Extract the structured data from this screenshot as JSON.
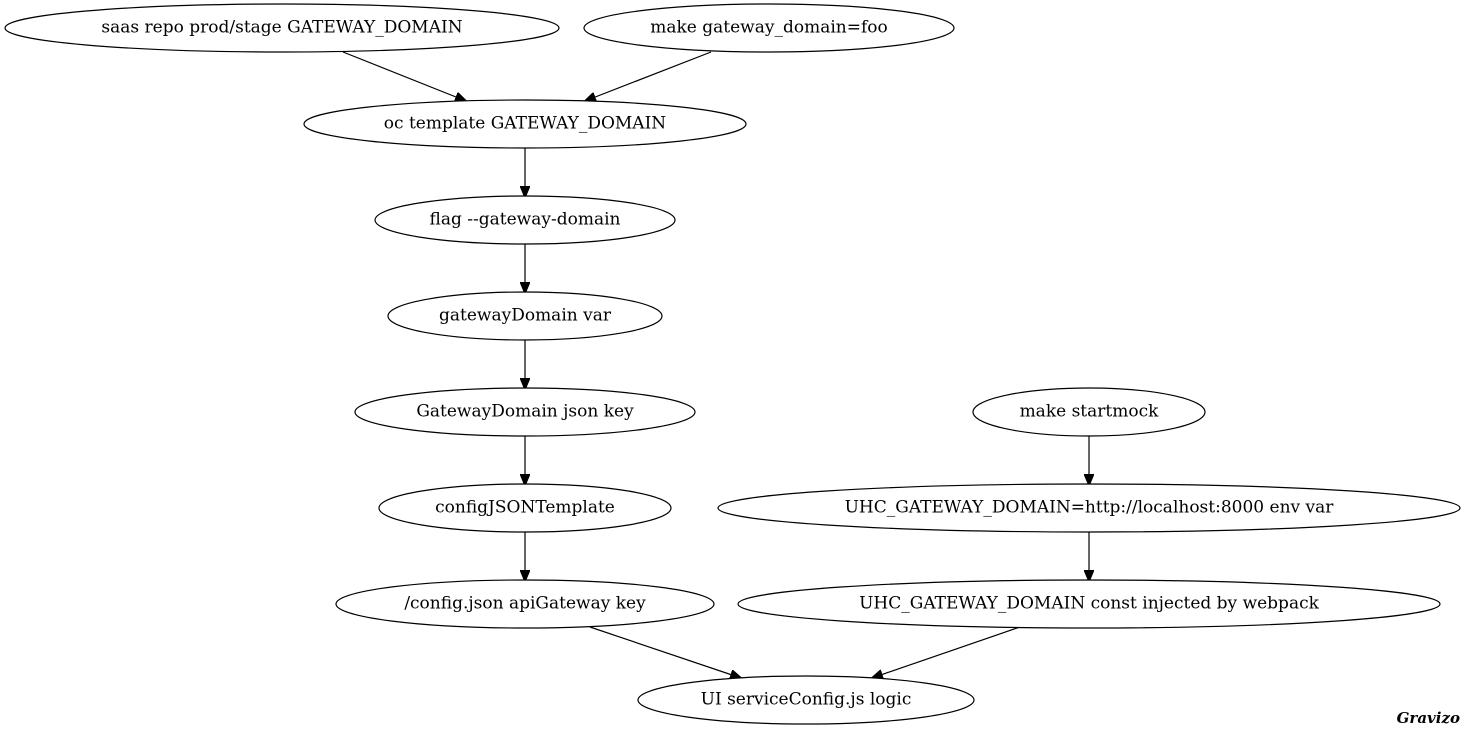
{
  "nodes": {
    "saas_repo": "saas repo prod/stage GATEWAY_DOMAIN",
    "make_gateway_domain": "make gateway_domain=foo",
    "oc_template": "oc template GATEWAY_DOMAIN",
    "flag": "flag --gateway-domain",
    "gateway_domain_var": "gatewayDomain var",
    "gateway_domain_json_key": "GatewayDomain json key",
    "config_json_template": "configJSONTemplate",
    "config_json_api_gateway": "/config.json apiGateway key",
    "ui_service_config": "UI serviceConfig.js logic",
    "make_startmock": "make startmock",
    "uhc_env_var": "UHC_GATEWAY_DOMAIN=http://localhost:8000 env var",
    "uhc_const": "UHC_GATEWAY_DOMAIN const injected by webpack"
  },
  "edges": [
    [
      "saas_repo",
      "oc_template"
    ],
    [
      "make_gateway_domain",
      "oc_template"
    ],
    [
      "oc_template",
      "flag"
    ],
    [
      "flag",
      "gateway_domain_var"
    ],
    [
      "gateway_domain_var",
      "gateway_domain_json_key"
    ],
    [
      "gateway_domain_json_key",
      "config_json_template"
    ],
    [
      "config_json_template",
      "config_json_api_gateway"
    ],
    [
      "config_json_api_gateway",
      "ui_service_config"
    ],
    [
      "make_startmock",
      "uhc_env_var"
    ],
    [
      "uhc_env_var",
      "uhc_const"
    ],
    [
      "uhc_const",
      "ui_service_config"
    ]
  ],
  "watermark": "Gravizo"
}
